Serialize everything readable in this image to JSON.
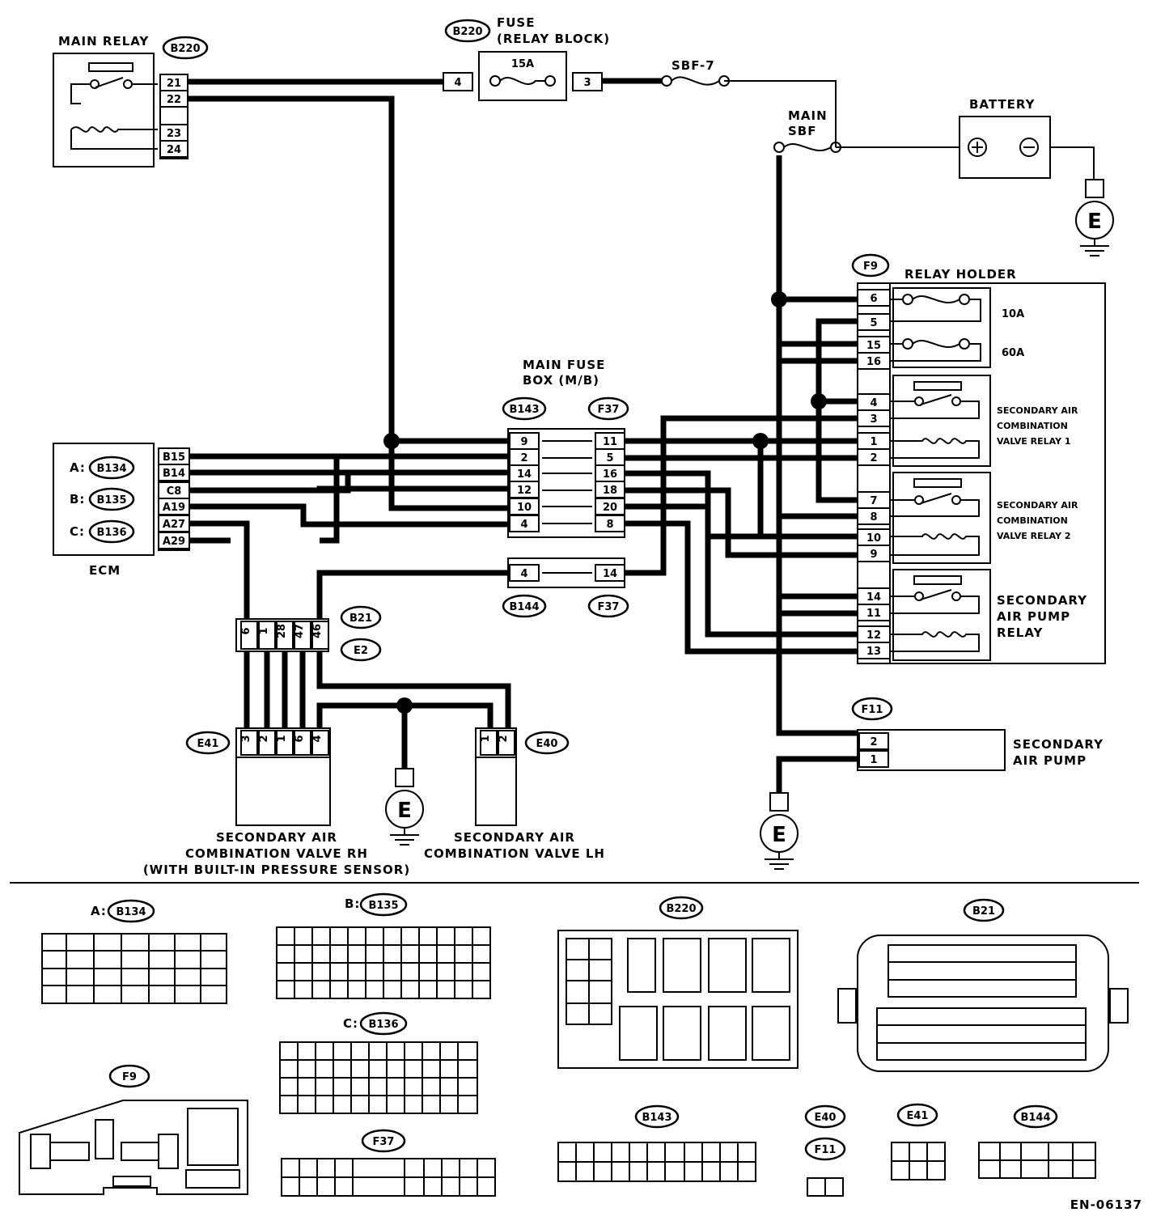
{
  "main_relay": {
    "label": "MAIN RELAY",
    "connector": "B220",
    "pins": [
      "21",
      "22",
      "23",
      "24"
    ]
  },
  "fuse_block": {
    "label1": "FUSE",
    "label2": "(RELAY BLOCK)",
    "connector": "B220",
    "rating": "15A",
    "pin_in": "4",
    "pin_out": "3"
  },
  "sbf7": {
    "label": "SBF-7"
  },
  "main_sbf": {
    "label1": "MAIN",
    "label2": "SBF"
  },
  "battery": {
    "label": "BATTERY",
    "pos": "⊕",
    "neg": "⊖"
  },
  "ground_label": "E",
  "relay_holder": {
    "connector": "F9",
    "label": "RELAY HOLDER",
    "fuse10": "10A",
    "fuse60": "60A",
    "relay1": [
      "SECONDARY AIR",
      "COMBINATION",
      "VALVE RELAY 1"
    ],
    "relay2": [
      "SECONDARY AIR",
      "COMBINATION",
      "VALVE RELAY 2"
    ],
    "relay3": [
      "SECONDARY",
      "AIR PUMP",
      "RELAY"
    ],
    "pins": [
      "6",
      "5",
      "15",
      "16",
      "4",
      "3",
      "1",
      "2",
      "7",
      "8",
      "10",
      "9",
      "14",
      "11",
      "12",
      "13"
    ]
  },
  "main_fuse_box": {
    "label1": "MAIN FUSE",
    "label2": "BOX (M/B)",
    "conn_left": "B143",
    "conn_right": "F37",
    "left_pins": [
      "9",
      "2",
      "14",
      "12",
      "10",
      "4"
    ],
    "right_pins": [
      "11",
      "5",
      "16",
      "18",
      "20",
      "8"
    ],
    "lower_conn_left": "B144",
    "lower_conn_right": "F37",
    "lower_left_pin": "4",
    "lower_right_pin": "14"
  },
  "ecm": {
    "label": "ECM",
    "conns": [
      {
        "prefix": "A:",
        "name": "B134"
      },
      {
        "prefix": "B:",
        "name": "B135"
      },
      {
        "prefix": "C:",
        "name": "B136"
      }
    ],
    "pins": [
      "B15",
      "B14",
      "C8",
      "A19",
      "A27",
      "A29"
    ]
  },
  "b21": {
    "conn1": "B21",
    "conn2": "E2",
    "pins": [
      "6",
      "1",
      "28",
      "47",
      "46"
    ]
  },
  "valve_rh": {
    "connector": "E41",
    "pins": [
      "3",
      "2",
      "1",
      "6",
      "4"
    ],
    "label": [
      "SECONDARY AIR",
      "COMBINATION VALVE RH",
      "(WITH BUILT-IN PRESSURE SENSOR)"
    ]
  },
  "valve_lh": {
    "connector": "E40",
    "pins": [
      "1",
      "2"
    ],
    "label": [
      "SECONDARY AIR",
      "COMBINATION VALVE LH"
    ]
  },
  "air_pump": {
    "connector": "F11",
    "pins": [
      "2",
      "1"
    ],
    "label": [
      "SECONDARY",
      "AIR PUMP"
    ]
  },
  "connector_views": {
    "b134": {
      "prefix": "A:",
      "name": "B134"
    },
    "b135": {
      "prefix": "B:",
      "name": "B135"
    },
    "b136": {
      "prefix": "C:",
      "name": "B136"
    },
    "b220": "B220",
    "b21": "B21",
    "f9": "F9",
    "f37": "F37",
    "b143": "B143",
    "e40": "E40",
    "f11": "F11",
    "e41": "E41",
    "b144": "B144"
  },
  "diagram_code": "EN-06137"
}
